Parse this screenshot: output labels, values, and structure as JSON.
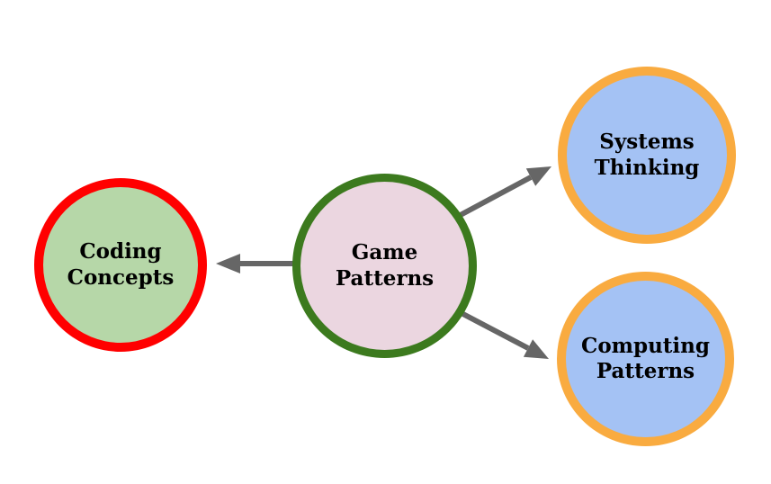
{
  "diagram": {
    "type": "concept-map",
    "background": "#ffffff",
    "text_color": "#000000",
    "nodes": {
      "game_patterns": {
        "label": "Game\nPatterns",
        "fill": "#ebd6e0",
        "border": "#3c7a1e"
      },
      "coding_concepts": {
        "label": "Coding\nConcepts",
        "fill": "#b6d7a8",
        "border": "#ff0000"
      },
      "systems_thinking": {
        "label": "Systems\nThinking",
        "fill": "#a4c2f4",
        "border": "#f9ab40"
      },
      "computing_patterns": {
        "label": "Computing\nPatterns",
        "fill": "#a4c2f4",
        "border": "#f9ab40"
      }
    },
    "edges": {
      "color": "#666666",
      "items": [
        {
          "from": "Game Patterns",
          "to": "Coding Concepts",
          "direction": "left"
        },
        {
          "from": "Game Patterns",
          "to": "Systems Thinking",
          "direction": "upper-right"
        },
        {
          "from": "Game Patterns",
          "to": "Computing Patterns",
          "direction": "lower-right"
        }
      ]
    }
  }
}
